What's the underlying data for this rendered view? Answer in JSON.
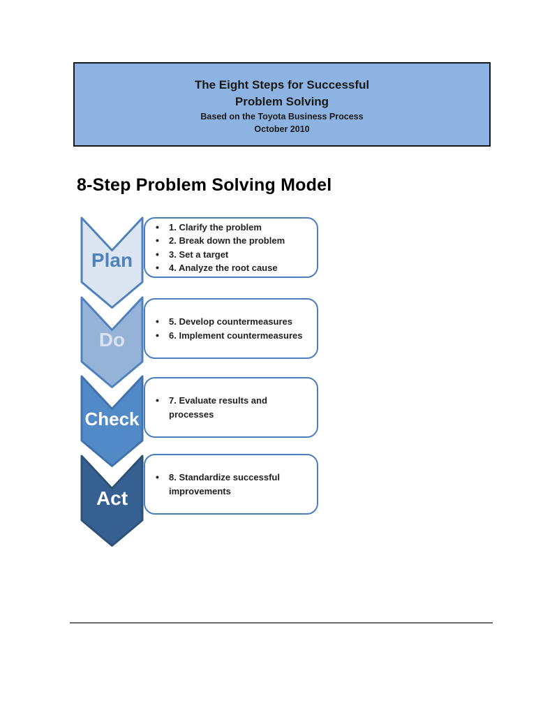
{
  "header_box": {
    "line1": "The Eight Steps for Successful",
    "line2": "Problem Solving",
    "line3": "Based on the Toyota Business Process",
    "line4": "October 2010",
    "background_color": "#8db3e2",
    "border_color": "#15181d"
  },
  "section_title": "8-Step Problem Solving Model",
  "diagram": {
    "accent_color": "#4f81bd",
    "box_border_color": "#4a7dbb",
    "rows": [
      {
        "label": "Plan",
        "fill": "#dce6f2",
        "stroke": "#4f81bd",
        "label_color": "#4f81bd",
        "items": [
          "1. Clarify the problem",
          "2. Break down the problem",
          "3. Set a target",
          "4. Analyze the root cause"
        ]
      },
      {
        "label": "Do",
        "fill": "#95b3d7",
        "stroke": "#4f81bd",
        "label_color": "#d9e2f0",
        "items": [
          "5. Develop countermeasures",
          "6. Implement countermeasures"
        ]
      },
      {
        "label": "Check",
        "fill": "#5289c7",
        "stroke": "#4272ab",
        "label_color": "#ffffff",
        "items": [
          "7. Evaluate results and processes"
        ]
      },
      {
        "label": "Act",
        "fill": "#376092",
        "stroke": "#2e5176",
        "label_color": "#ffffff",
        "items": [
          "8. Standardize successful improvements"
        ]
      }
    ]
  }
}
